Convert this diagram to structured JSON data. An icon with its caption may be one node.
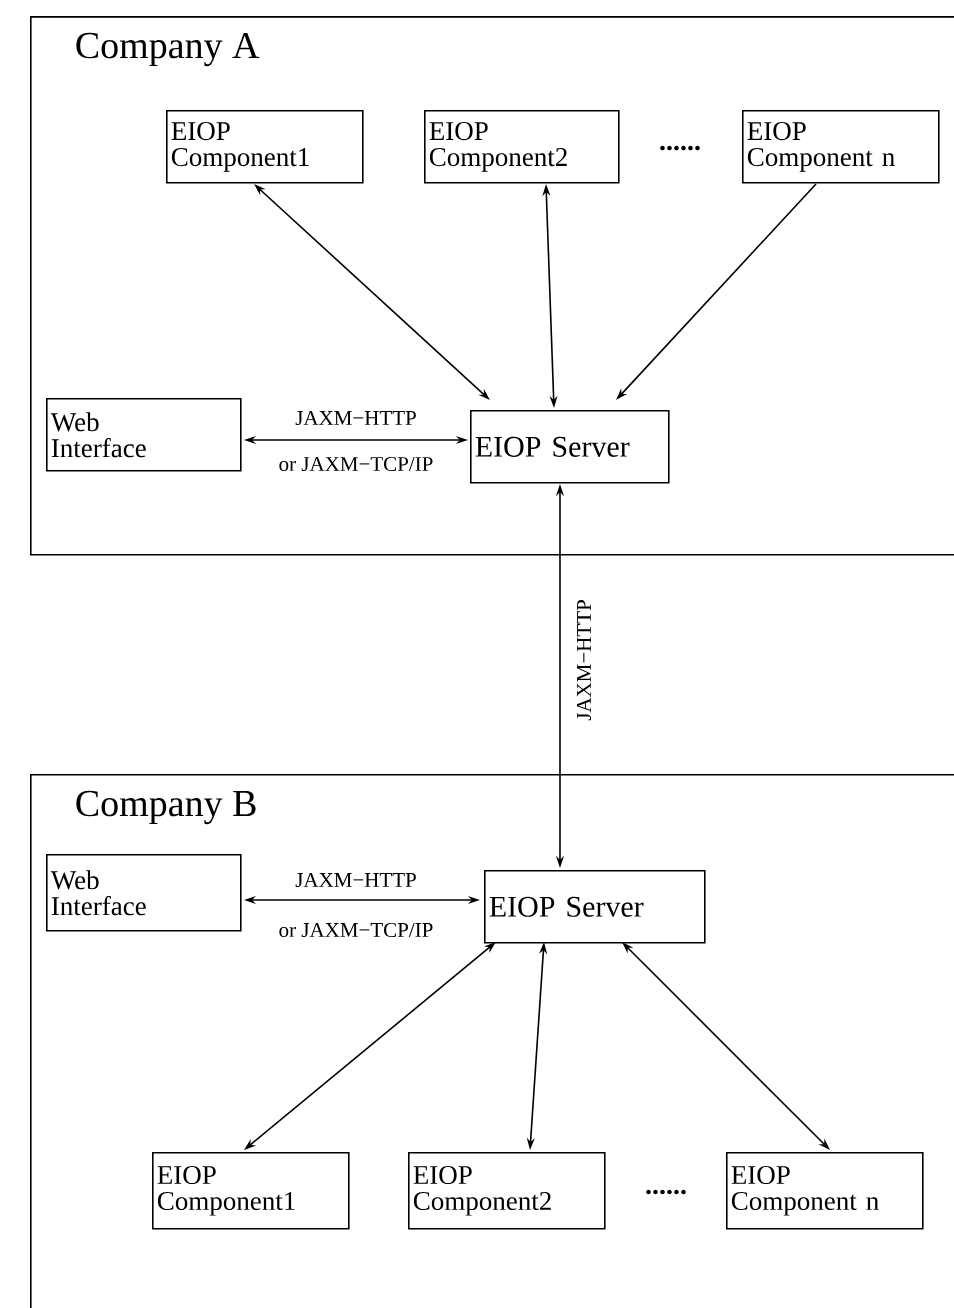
{
  "diagram": {
    "nodes": [
      {
        "text": [
          "Company A"
        ]
      },
      {
        "text": [
          "EIOP Component1"
        ],
        "in": 0
      },
      {
        "text": [
          "EIOP Component2"
        ],
        "in": 0
      },
      {
        "text": [
          "EIOP Component n"
        ],
        "in": 0
      },
      {
        "text": [
          "Web Interface"
        ],
        "in": 0
      },
      {
        "text": [
          "EIOP Server"
        ],
        "in": 0
      },
      {
        "text": [
          "Company B"
        ]
      },
      {
        "text": [
          "Web Interface"
        ],
        "in": 6
      },
      {
        "text": [
          "EIOP Server"
        ],
        "in": 6
      },
      {
        "text": [
          "EIOP Component1"
        ],
        "in": 6
      },
      {
        "text": [
          "EIOP Component2"
        ],
        "in": 6
      },
      {
        "text": [
          "EIOP Component n"
        ],
        "in": 6
      }
    ],
    "edges": [
      {
        "from": 1,
        "to": 5,
        "arrow": "both"
      },
      {
        "from": 2,
        "to": 5,
        "arrow": "both"
      },
      {
        "from": 3,
        "to": 5,
        "arrow": "to"
      },
      {
        "from": 4,
        "to": 5,
        "arrow": "both",
        "label": "JAXM−HTTP"
      },
      {
        "from": 5,
        "to": 8,
        "arrow": "both",
        "label": "JAXM−HTTP"
      },
      {
        "from": 7,
        "to": 8,
        "arrow": "both",
        "label": "JAXM−HTTP"
      },
      {
        "from": 8,
        "to": 9,
        "arrow": "both"
      },
      {
        "from": 8,
        "to": 10,
        "arrow": "both"
      },
      {
        "from": 8,
        "to": 11,
        "arrow": "both"
      }
    ],
    "labels": [
      "......",
      "or JAXM−TCP/IP",
      "or JAXM−TCP/IP",
      "......"
    ]
  }
}
